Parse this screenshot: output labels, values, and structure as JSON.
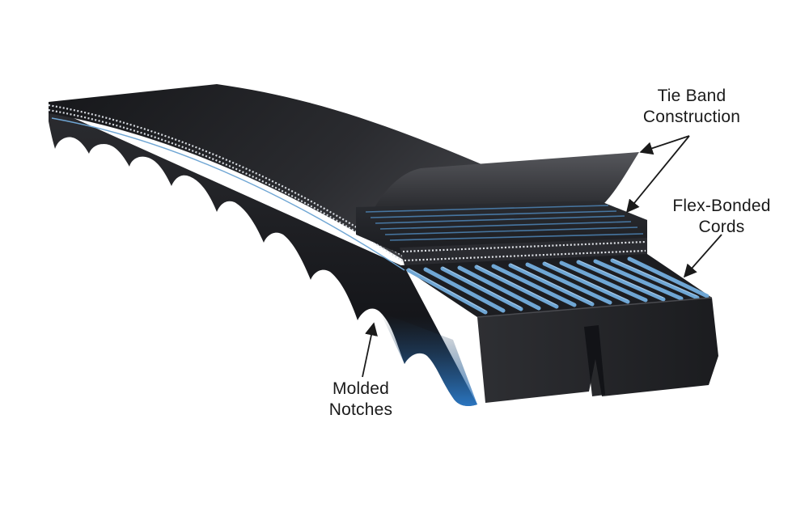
{
  "labels": {
    "tie_band": {
      "line1": "Tie Band",
      "line2": "Construction"
    },
    "flex_bonded": {
      "line1": "Flex-Bonded",
      "line2": "Cords"
    },
    "molded_notches": {
      "line1": "Molded",
      "line2": "Notches"
    }
  },
  "colors": {
    "belt_dark": "#1c1d20",
    "belt_mid": "#3b3c40",
    "cord_blue": "#6fa6d4",
    "notch_blue": "#2d7fd0",
    "label_text": "#1a1a1a"
  }
}
